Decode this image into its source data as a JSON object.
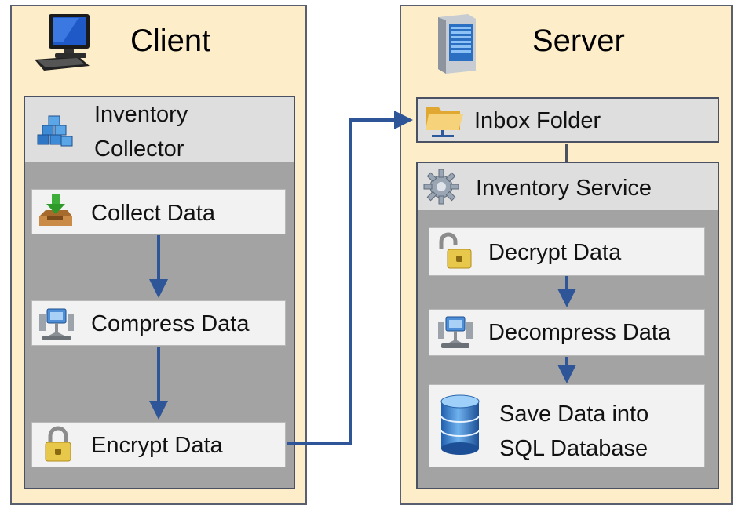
{
  "client": {
    "title": "Client",
    "collector": {
      "title": "Inventory Collector",
      "steps": [
        "Collect Data",
        "Compress Data",
        "Encrypt Data"
      ]
    }
  },
  "server": {
    "title": "Server",
    "inbox": {
      "title": "Inbox Folder"
    },
    "service": {
      "title": "Inventory Service",
      "steps": [
        "Decrypt Data",
        "Decompress Data",
        "Save Data into SQL Database"
      ]
    }
  },
  "colors": {
    "panel": "#fdeec9",
    "connector": "#2e5597",
    "group": "#a3a3a3"
  },
  "icons": [
    "computer-icon",
    "server-icon",
    "cubes-icon",
    "download-tray-icon",
    "compress-icon",
    "lock-icon",
    "folder-network-icon",
    "gear-icon",
    "unlock-icon",
    "database-icon"
  ]
}
